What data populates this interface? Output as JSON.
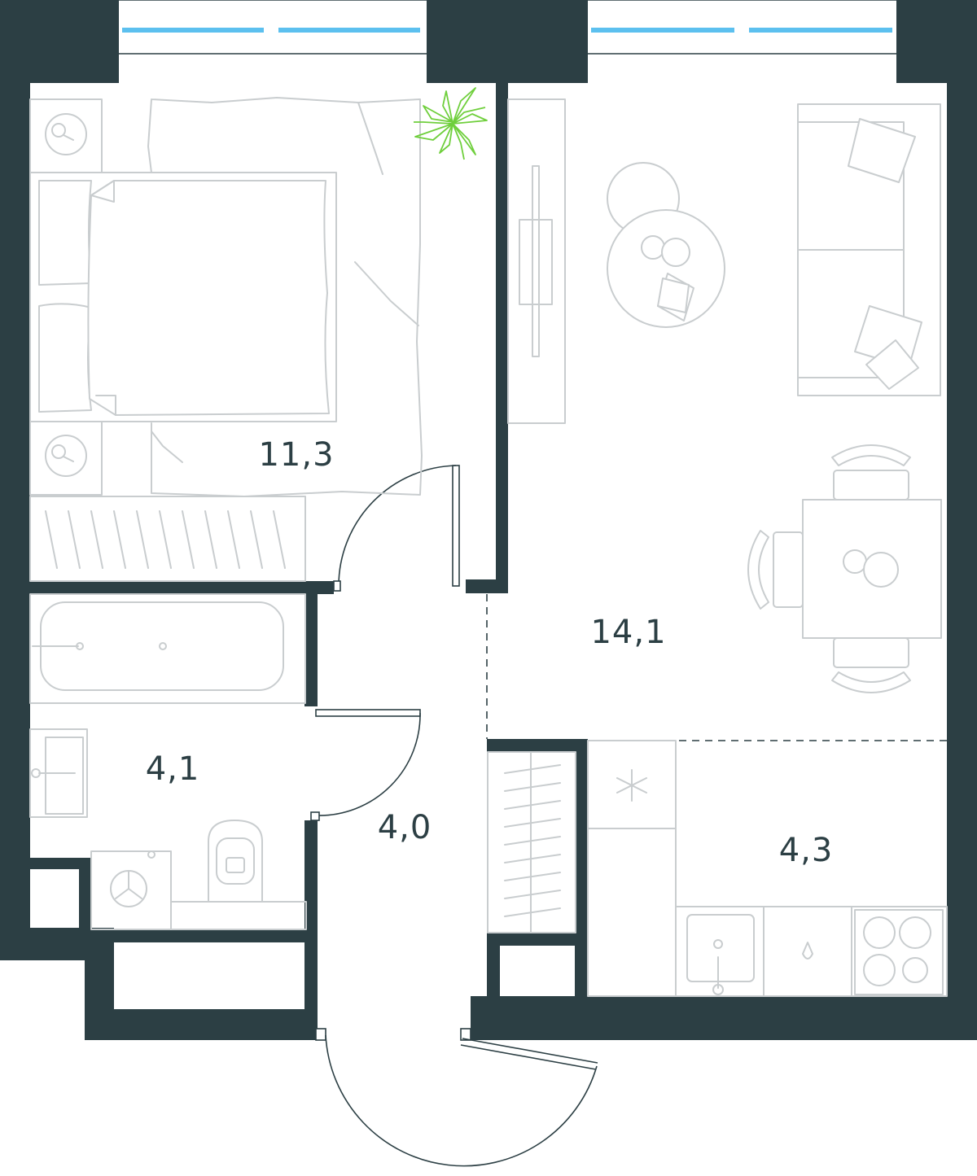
{
  "floor_plan": {
    "rooms": [
      {
        "id": "bedroom",
        "area": "11,3"
      },
      {
        "id": "living-room",
        "area": "14,1"
      },
      {
        "id": "bathroom",
        "area": "4,1"
      },
      {
        "id": "hallway",
        "area": "4,0"
      },
      {
        "id": "kitchen",
        "area": "4,3"
      }
    ],
    "colors": {
      "walls": "#2c3f44",
      "furniture": "#c9cdcf",
      "glass": "#5cc0ef",
      "plant": "#6fcf3c"
    }
  }
}
